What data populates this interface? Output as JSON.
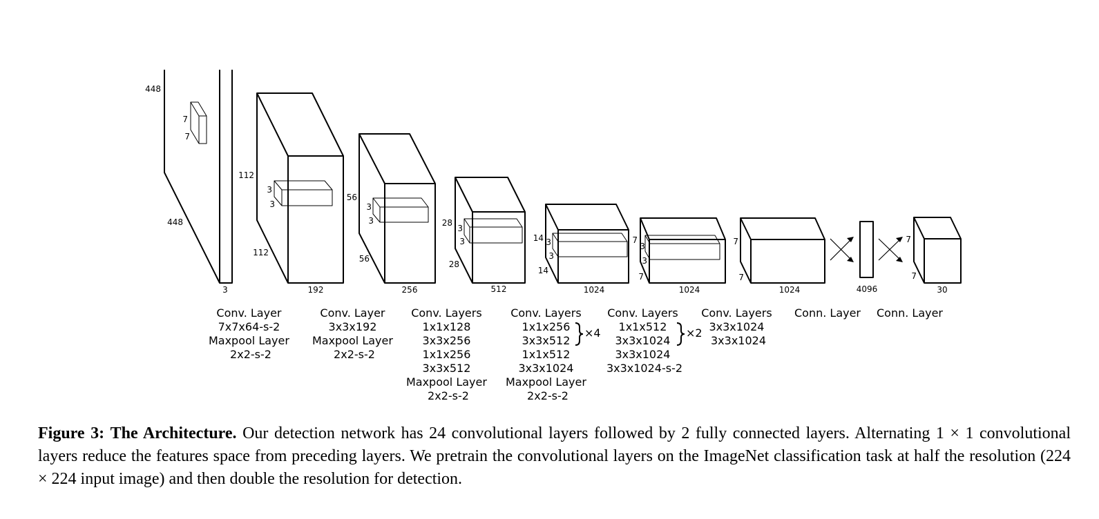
{
  "figure": {
    "label": "Figure 3:",
    "title": "The Architecture.",
    "caption": "Our detection network has 24 convolutional layers followed by 2 fully connected layers. Alternating 1 × 1 convolutional layers reduce the features space from preceding layers. We pretrain the convolutional layers on the ImageNet classification task at half the resolution (224 × 224 input image) and then double the resolution for detection."
  },
  "input": {
    "height": "448",
    "width": "448",
    "depth": "3",
    "kernel_h": "7",
    "kernel_w": "7"
  },
  "blocks": [
    {
      "height": "112",
      "width": "112",
      "depth": "192",
      "kernel_h": "3",
      "kernel_w": "3"
    },
    {
      "height": "56",
      "width": "56",
      "depth": "256",
      "kernel_h": "3",
      "kernel_w": "3"
    },
    {
      "height": "28",
      "width": "28",
      "depth": "512",
      "kernel_h": "3",
      "kernel_w": "3"
    },
    {
      "height": "14",
      "width": "14",
      "depth": "1024",
      "kernel_h": "3",
      "kernel_w": "3"
    },
    {
      "height": "7",
      "width": "7",
      "depth": "1024",
      "kernel_h": "3",
      "kernel_w": "3"
    },
    {
      "height": "7",
      "width": "7",
      "depth": "1024"
    }
  ],
  "fc": {
    "depth": "4096"
  },
  "output": {
    "height": "7",
    "width": "7",
    "depth": "30"
  },
  "layer_groups": [
    {
      "lines": [
        "Conv. Layer",
        "7x7x64-s-2",
        "Maxpool Layer",
        "2x2-s-2"
      ]
    },
    {
      "lines": [
        "Conv. Layer",
        "3x3x192",
        "Maxpool Layer",
        "2x2-s-2"
      ]
    },
    {
      "lines": [
        "Conv. Layers",
        "1x1x128",
        "3x3x256",
        "1x1x256",
        "3x3x512",
        "Maxpool Layer",
        "2x2-s-2"
      ]
    },
    {
      "lines": [
        "Conv. Layers",
        "1x1x256",
        "3x3x512",
        "1x1x512",
        "3x3x1024",
        "Maxpool Layer",
        "2x2-s-2"
      ],
      "repeat": "×4"
    },
    {
      "lines": [
        "Conv. Layers",
        "1x1x512",
        "3x3x1024",
        "3x3x1024",
        "3x3x1024-s-2"
      ],
      "repeat": "×2"
    },
    {
      "lines": [
        "Conv. Layers",
        "3x3x1024",
        "3x3x1024"
      ]
    },
    {
      "lines": [
        "Conn. Layer"
      ]
    },
    {
      "lines": [
        "Conn. Layer"
      ]
    }
  ]
}
